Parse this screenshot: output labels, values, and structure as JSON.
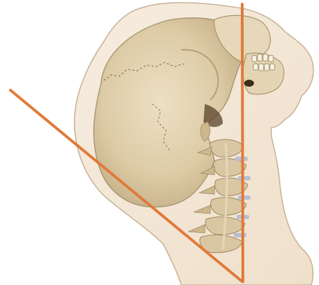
{
  "figure": {
    "subject": "skull-and-cervical-spine-illustration",
    "view": "lateral",
    "labels": []
  },
  "overlay_lines": {
    "count": 2,
    "color": "#e07a3a"
  },
  "colors": {
    "background": "#ffffff",
    "soft_tissue": "#f3e6d4",
    "soft_tissue_outline": "#c9b497",
    "bone": "#e3d4b2",
    "bone_shadow": "#c7b38a",
    "vertebra": "#d9c7a3",
    "disc_blue": "#b9bed2"
  }
}
